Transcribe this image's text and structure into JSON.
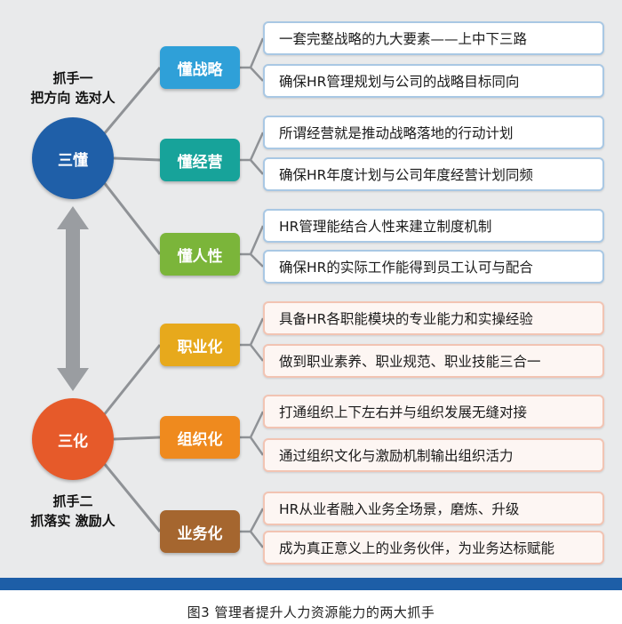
{
  "circles": {
    "dong": {
      "label": "三懂",
      "color": "#1f5fa8"
    },
    "hua": {
      "label": "三化",
      "color": "#e65a2a"
    }
  },
  "hands": {
    "one": {
      "line1": "抓手一",
      "line2": "把方向  选对人"
    },
    "two": {
      "line1": "抓手二",
      "line2": "抓落实  激励人"
    }
  },
  "categories": [
    {
      "label": "懂战略",
      "color": "#2fa0d8",
      "items": [
        "一套完整战略的九大要素——上中下三路",
        "确保HR管理规划与公司的战略目标同向"
      ]
    },
    {
      "label": "懂经营",
      "color": "#17a39a",
      "items": [
        "所谓经营就是推动战略落地的行动计划",
        "确保HR年度计划与公司年度经营计划同频"
      ]
    },
    {
      "label": "懂人性",
      "color": "#7bb53a",
      "items": [
        "HR管理能结合人性来建立制度机制",
        "确保HR的实际工作能得到员工认可与配合"
      ]
    },
    {
      "label": "职业化",
      "color": "#e7a91c",
      "items": [
        "具备HR各职能模块的专业能力和实操经验",
        "做到职业素养、职业规范、职业技能三合一"
      ]
    },
    {
      "label": "组织化",
      "color": "#ef8a1e",
      "items": [
        "打通组织上下左右并与组织发展无缝对接",
        "通过组织文化与激励机制输出组织活力"
      ]
    },
    {
      "label": "业务化",
      "color": "#a5662f",
      "items": [
        "HR从业者融入业务全场景，磨炼、升级",
        "成为真正意义上的业务伙伴，为业务达标赋能"
      ]
    }
  ],
  "caption": "图3   管理者提升人力资源能力的两大抓手"
}
